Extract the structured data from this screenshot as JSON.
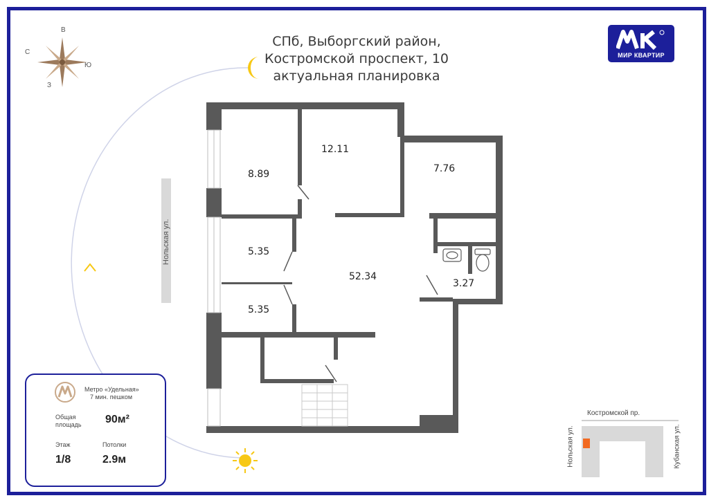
{
  "title": {
    "line1": "СПб, Выборгский район,",
    "line2": "Костромской проспект, 10",
    "line3": "актуальная планировка"
  },
  "logo": {
    "icon": "mk-logo",
    "text": "МИР КВАРТИР",
    "brand_color": "#1c1f9a"
  },
  "compass": {
    "north": "В",
    "west": "С",
    "east": "Ю",
    "south": "З"
  },
  "street": {
    "name": "Нольская ул."
  },
  "rooms": [
    {
      "id": "room-1",
      "area": "8.89"
    },
    {
      "id": "room-2",
      "area": "12.11"
    },
    {
      "id": "room-3",
      "area": "7.76"
    },
    {
      "id": "room-4",
      "area": "5.35"
    },
    {
      "id": "room-5",
      "area": "52.34"
    },
    {
      "id": "room-6",
      "area": "3.27"
    },
    {
      "id": "room-7",
      "area": "5.35"
    }
  ],
  "info": {
    "metro_line1": "Метро «Удельная»",
    "metro_line2": "7 мин. пешком",
    "area_label_1": "Общая",
    "area_label_2": "площадь",
    "area_value": "90м²",
    "floor_label": "Этаж",
    "floor_value": "1/8",
    "ceiling_label": "Потолки",
    "ceiling_value": "2.9м"
  },
  "minimap": {
    "top_street": "Костромской пр.",
    "left_street": "Нольская ул.",
    "right_street": "Кубанская ул.",
    "highlight_color": "#f26a21"
  },
  "colors": {
    "wall": "#595959",
    "sun": "#f7c815",
    "moon": "#f7c815",
    "accent": "#1c1f9a"
  }
}
